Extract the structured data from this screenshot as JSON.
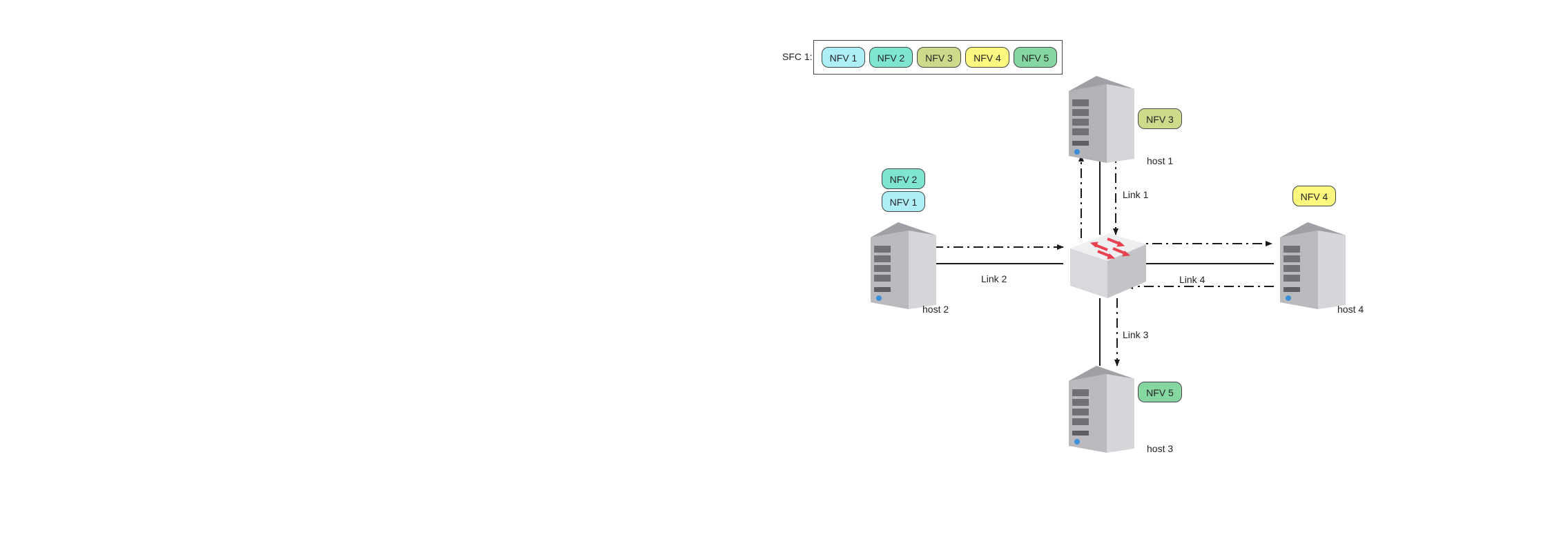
{
  "sfc": {
    "label": "SFC 1:",
    "functions": [
      {
        "name": "NFV 1",
        "color": "#aeeef7"
      },
      {
        "name": "NFV 2",
        "color": "#7fe5d3"
      },
      {
        "name": "NFV 3",
        "color": "#cfd98c"
      },
      {
        "name": "NFV 4",
        "color": "#fbf77f"
      },
      {
        "name": "NFV 5",
        "color": "#86d6a2"
      }
    ]
  },
  "hosts": {
    "host1": {
      "label": "host 1",
      "nfv": "NFV 3"
    },
    "host2": {
      "label": "host 2",
      "nfv_top": "NFV 2",
      "nfv_bottom": "NFV 1"
    },
    "host3": {
      "label": "host 3",
      "nfv": "NFV 5"
    },
    "host4": {
      "label": "host 4",
      "nfv": "NFV 4"
    }
  },
  "links": {
    "link1": "Link 1",
    "link2": "Link 2",
    "link3": "Link 3",
    "link4": "Link 4"
  },
  "colors": {
    "server_body": "#c9cbcf",
    "server_dark": "#8e9095",
    "switch_top": "#ecedef",
    "switch_arrows": "#e8414f",
    "line": "#1a1a1a"
  },
  "icons": [
    "server-icon",
    "switch-icon"
  ]
}
